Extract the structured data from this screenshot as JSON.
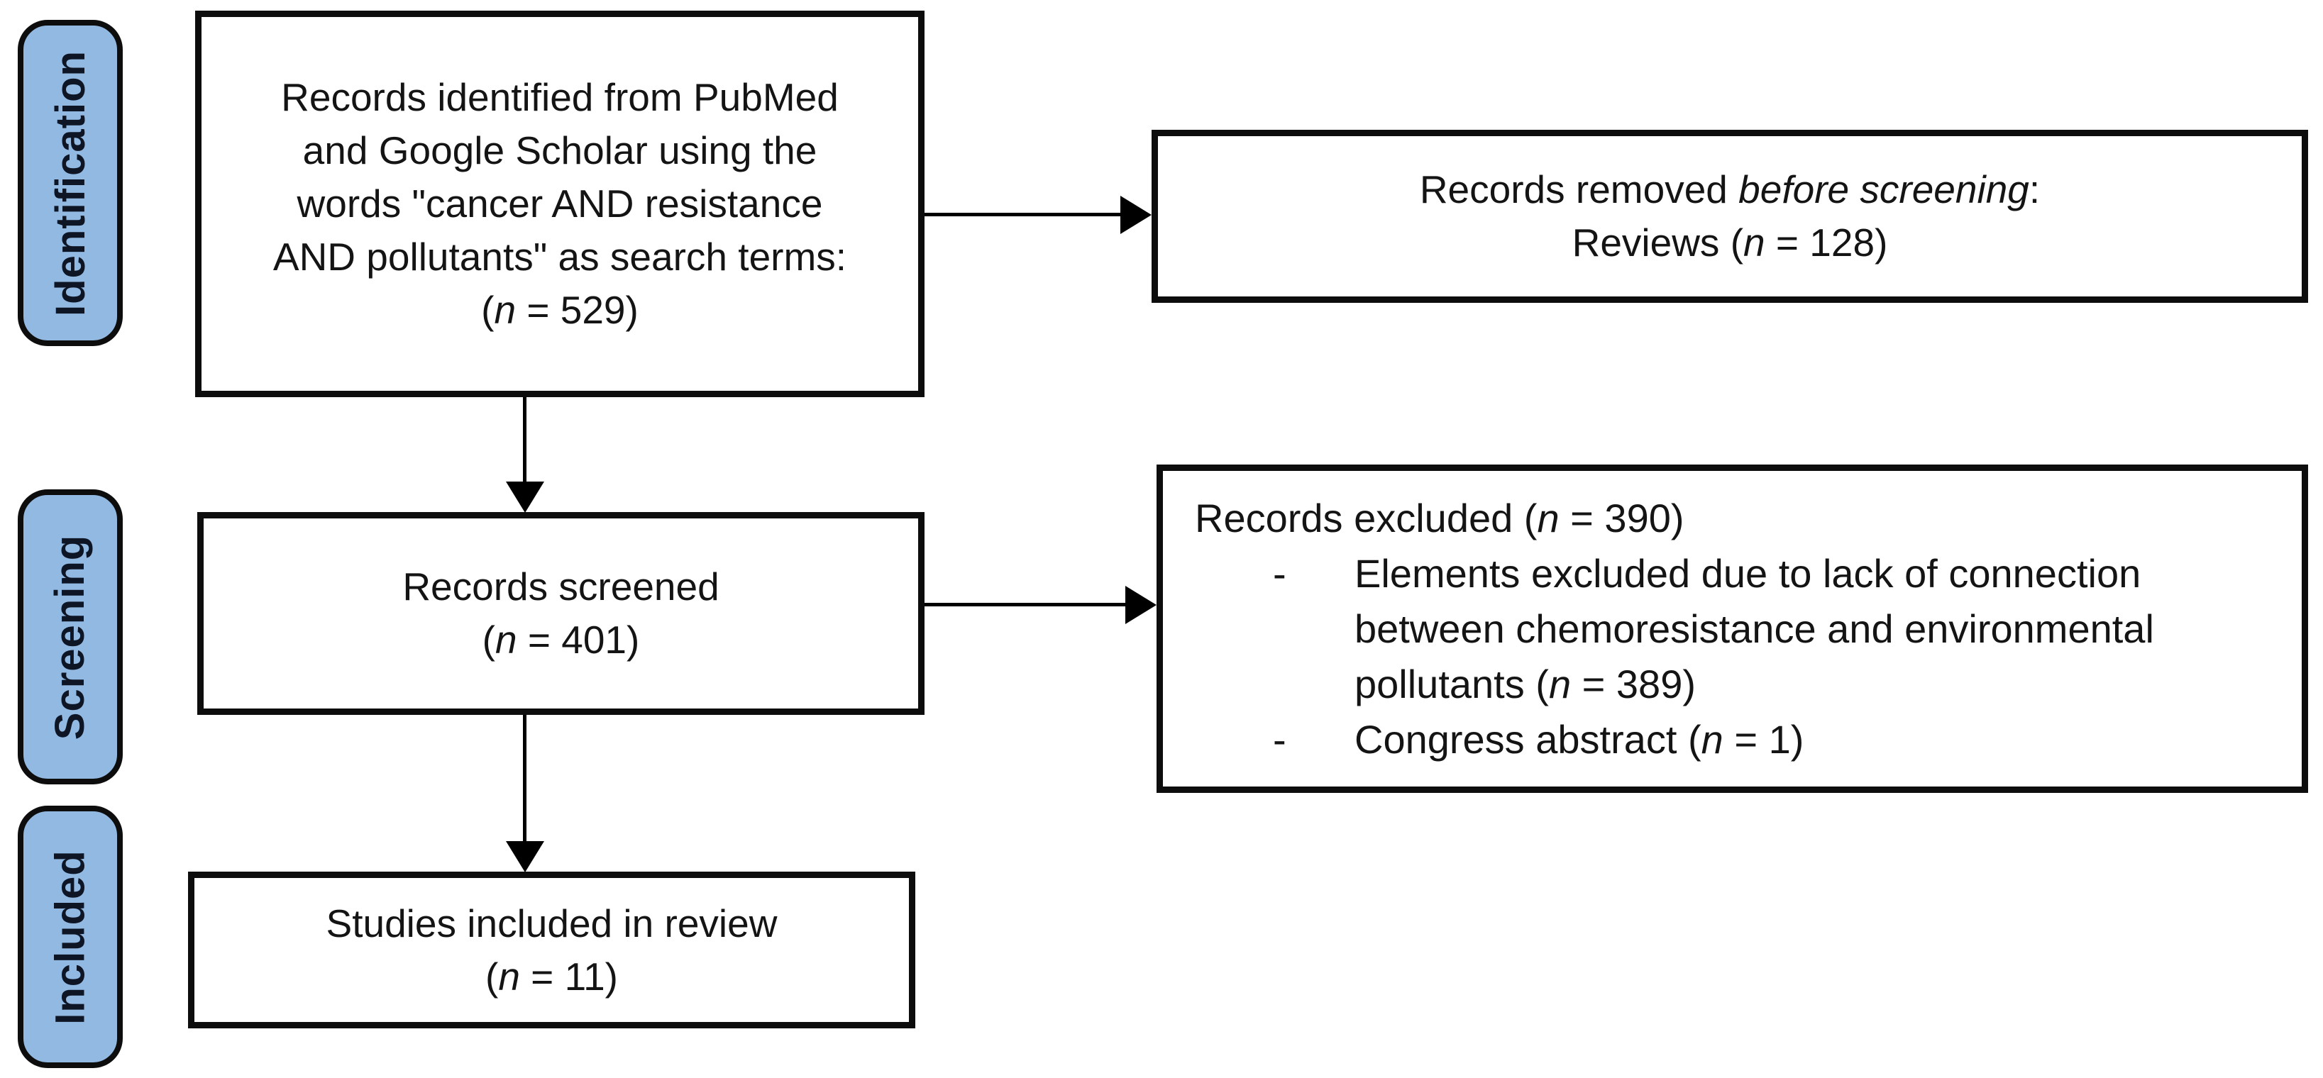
{
  "figure": {
    "type": "prisma-flow-diagram",
    "title": "Study identification, screening and inclusion flow"
  },
  "colors": {
    "background": "#ffffff",
    "box_fill": "#ffffff",
    "box_border": "#0d0d0d",
    "stage_label_fill": "#92b9e2",
    "stage_label_border": "#0d0d0d",
    "stage_label_text": "#0e1626",
    "text": "#141414",
    "arrow": "#000000"
  },
  "stage_labels": [
    {
      "id": "identification",
      "text": "Identification"
    },
    {
      "id": "screening",
      "text": "Screening"
    },
    {
      "id": "included",
      "text": "Included"
    }
  ],
  "boxes": {
    "identified": {
      "n": 529,
      "lines": [
        [
          {
            "t": "Records identified from PubMed"
          }
        ],
        [
          {
            "t": "and Google Scholar using the"
          }
        ],
        [
          {
            "t": "words \"cancer AND resistance"
          }
        ],
        [
          {
            "t": "AND pollutants\" as search terms:"
          }
        ],
        [
          {
            "t": "("
          },
          {
            "t": "n",
            "i": true
          },
          {
            "t": " = 529)"
          }
        ]
      ]
    },
    "removed_before_screening": {
      "n": 128,
      "lines": [
        [
          {
            "t": "Records removed "
          },
          {
            "t": "before screening",
            "i": true
          },
          {
            "t": ":"
          }
        ],
        [
          {
            "t": "Reviews ("
          },
          {
            "t": "n",
            "i": true
          },
          {
            "t": " = 128)"
          }
        ]
      ]
    },
    "screened": {
      "n": 401,
      "lines": [
        [
          {
            "t": "Records screened"
          }
        ],
        [
          {
            "t": "("
          },
          {
            "t": "n",
            "i": true
          },
          {
            "t": " = 401)"
          }
        ]
      ]
    },
    "excluded": {
      "n": 390,
      "header": [
        {
          "t": "Records excluded ("
        },
        {
          "t": "n",
          "i": true
        },
        {
          "t": " = 390)"
        }
      ],
      "bullet_marker": "-",
      "bullets": [
        [
          {
            "t": "Elements excluded due to lack of connection between chemoresistance and environmental pollutants ("
          },
          {
            "t": "n",
            "i": true
          },
          {
            "t": " = 389)"
          }
        ],
        [
          {
            "t": "Congress abstract ("
          },
          {
            "t": "n",
            "i": true
          },
          {
            "t": " = 1)"
          }
        ]
      ]
    },
    "included_in_review": {
      "n": 11,
      "lines": [
        [
          {
            "t": "Studies included in review"
          }
        ],
        [
          {
            "t": "("
          },
          {
            "t": "n",
            "i": true
          },
          {
            "t": " = 11)"
          }
        ]
      ]
    }
  }
}
